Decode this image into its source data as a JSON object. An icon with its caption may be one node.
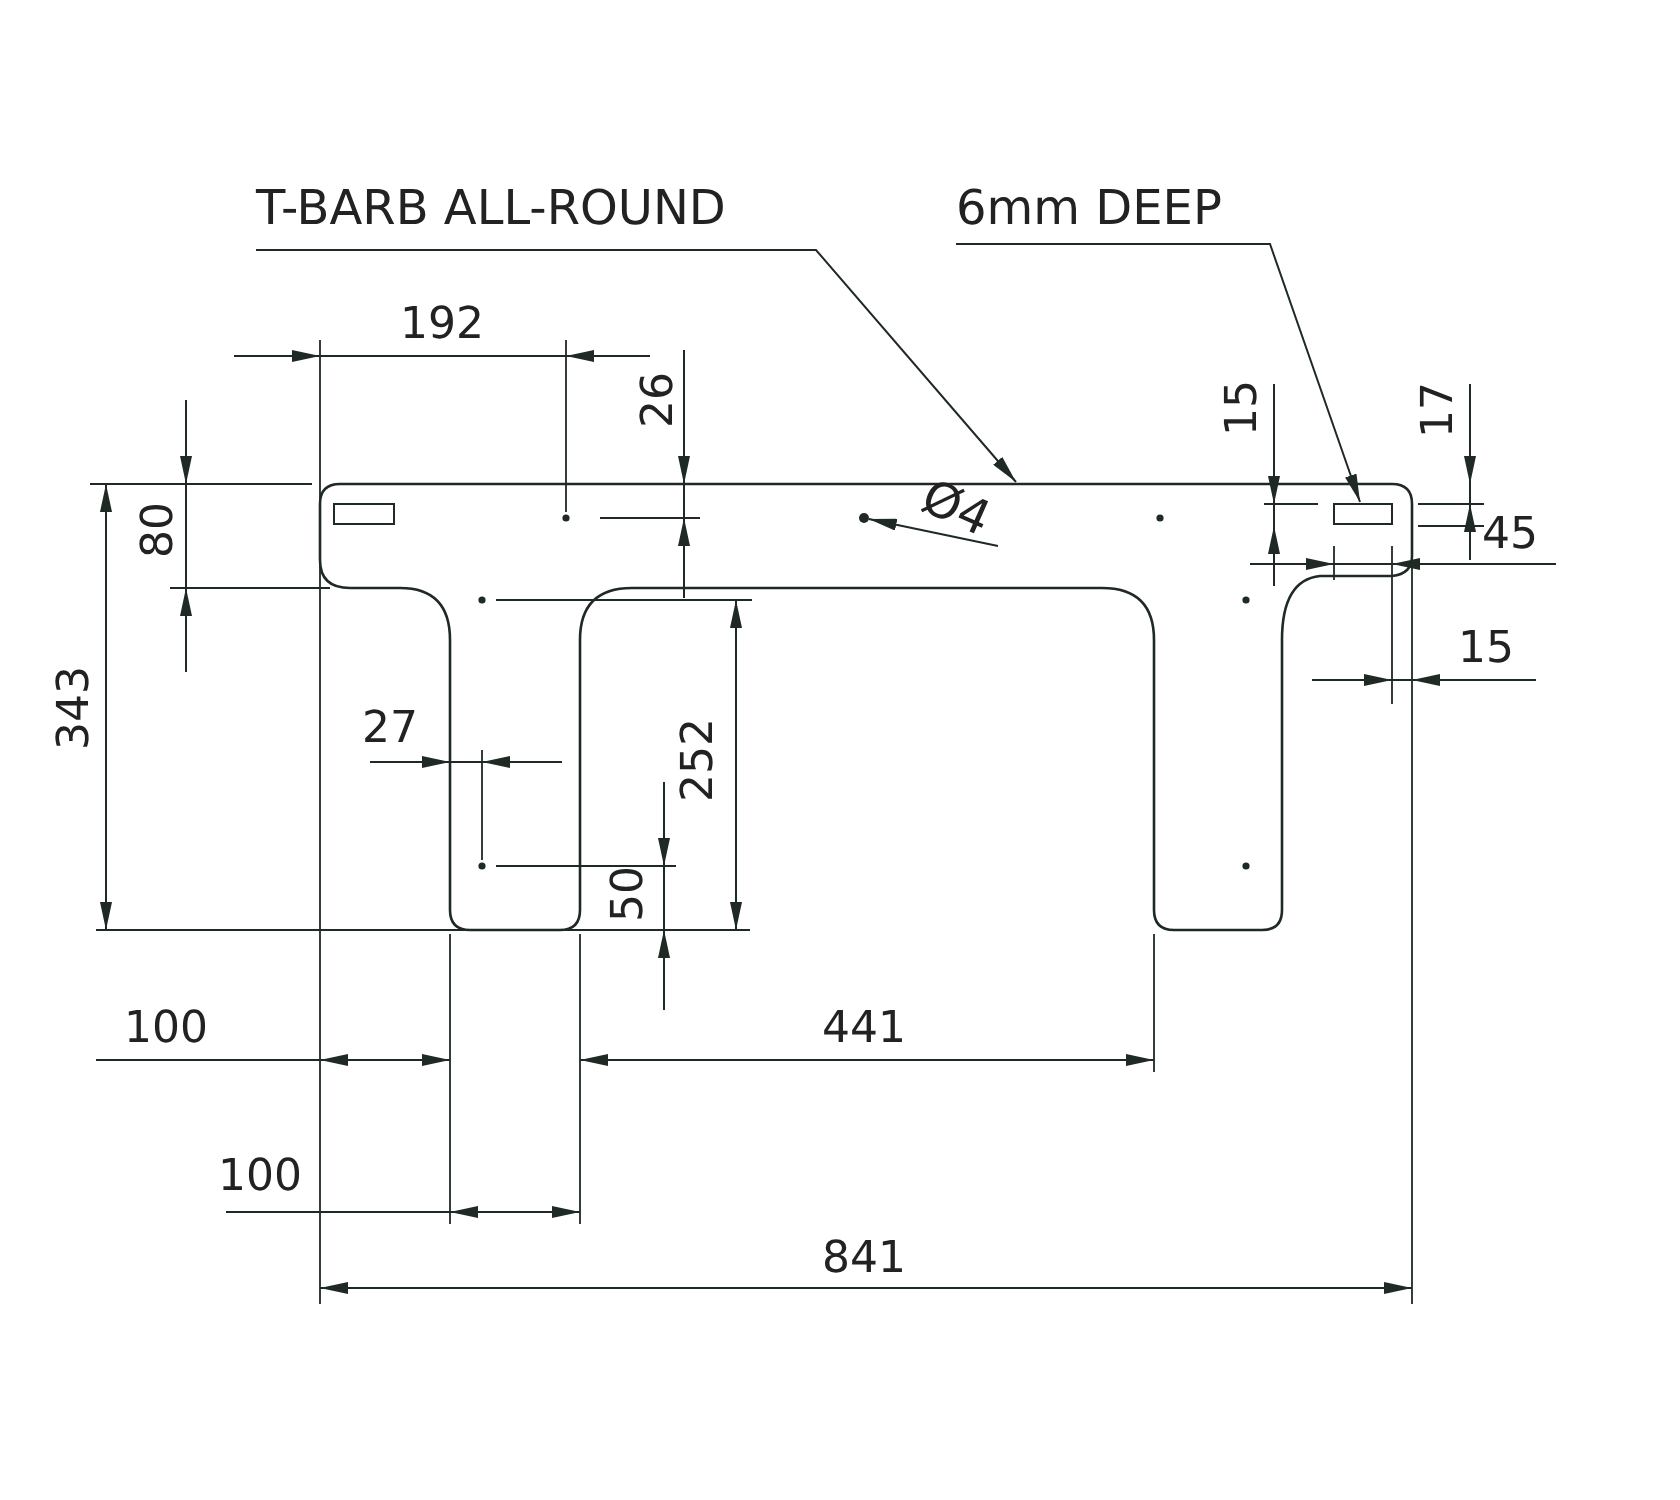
{
  "diagram": {
    "nodes": [
      {
        "text": [
          "T-BARB ALL-ROUND"
        ]
      },
      {
        "text": [],
        "shape": "picture"
      },
      {
        "text": [
          "6mm DEEP"
        ]
      },
      {
        "text": [],
        "shape": "box",
        "in": 1
      },
      {
        "text": [],
        "shape": "box",
        "in": 1
      },
      {
        "text": [
          "Ø4"
        ],
        "in": 1
      },
      {
        "text": [],
        "shape": "circle",
        "in": 1
      }
    ],
    "edges": [
      {
        "from": 0,
        "to": 1,
        "arrow": "to"
      },
      {
        "from": 2,
        "to": 4,
        "arrow": "to"
      },
      {
        "from": 5,
        "to": 6,
        "arrow": "to"
      }
    ],
    "labels": [
      "192",
      "26",
      "15",
      "17",
      "45",
      "80",
      "343",
      "15",
      "27",
      "252",
      "50",
      "100",
      "441",
      "100",
      "841"
    ]
  }
}
